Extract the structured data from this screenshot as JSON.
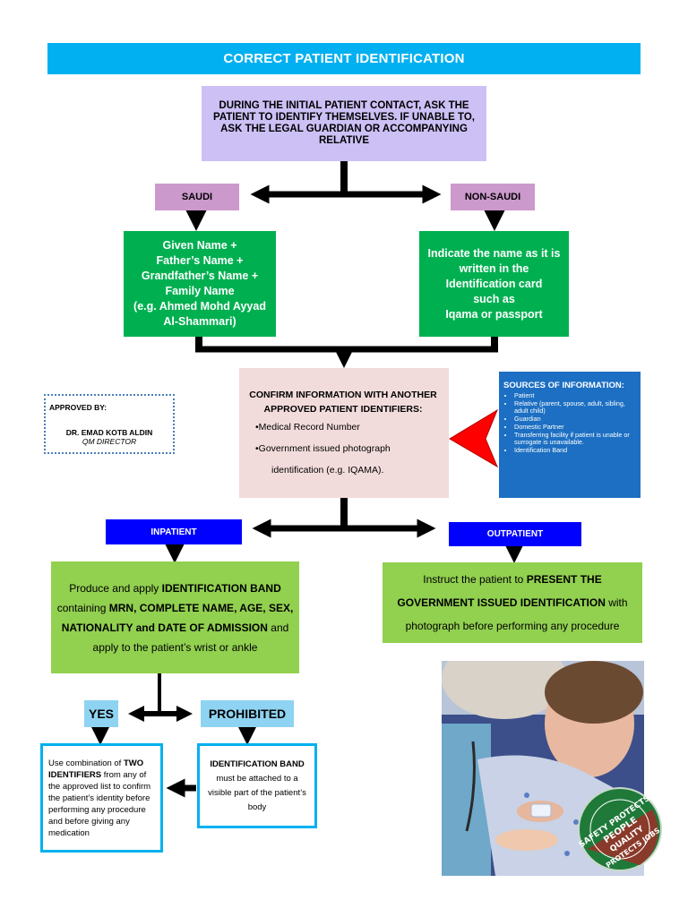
{
  "title": "CORRECT PATIENT IDENTIFICATION",
  "initial_contact": "DURING THE INITIAL PATIENT CONTACT, ASK THE PATIENT TO IDENTIFY THEMSELVES. IF UNABLE TO, ASK THE LEGAL GUARDIAN OR ACCOMPANYING RELATIVE",
  "saudi": {
    "label": "SAUDI",
    "lines": [
      "Given Name +",
      "Father’s Name +",
      "Grandfather’s Name +",
      "Family Name",
      "(e.g. Ahmed Mohd Ayyad",
      "Al-Shammari)"
    ]
  },
  "non_saudi": {
    "label": "NON-SAUDI",
    "lines": [
      "Indicate the name as it is",
      "written in the",
      "Identification card",
      "such as",
      "Iqama or passport"
    ]
  },
  "confirm": {
    "heading": "CONFIRM INFORMATION WITH ANOTHER APPROVED PATIENT IDENTIFIERS:",
    "item1": "•Medical Record Number",
    "item2a": "•Government issued photograph",
    "item2b": "identification (e.g. IQAMA)."
  },
  "sources": {
    "heading": "SOURCES OF INFORMATION:",
    "items": [
      "Patient",
      "Relative (parent, spouse, adult, sibling, adult child)",
      "Guardian",
      "Domestic Partner",
      "Transferring facility if patient is unable or surrogate is unavailable.",
      "Identification Band"
    ]
  },
  "approved": {
    "label": "APPROVED BY:",
    "name": "DR. EMAD KOTB ALDIN",
    "role": "QM DIRECTOR"
  },
  "inpatient": {
    "label": "INPATIENT",
    "t1": "Produce and apply ",
    "b1": "IDENTIFICATION BAND",
    "t2": " containing ",
    "b2": "MRN, COMPLETE NAME, AGE, SEX, NATIONALITY and  DATE OF ADMISSION",
    "t3": " and apply to the patient’s wrist or ankle"
  },
  "outpatient": {
    "label": "OUTPATIENT",
    "t1": "Instruct the patient to ",
    "b1": "PRESENT THE GOVERNMENT ISSUED IDENTIFICATION",
    "t2": " with photograph before performing any procedure"
  },
  "yes": {
    "label": "YES",
    "t1": "Use combination of ",
    "b1": "TWO IDENTIFIERS",
    "t2": " from any of the approved  list to confirm the patient’s identity before performing any procedure and before giving any medication"
  },
  "prohibited": {
    "label": "PROHIBITED",
    "b1": "IDENTIFICATION BAND",
    "t1": " must be attached to a visible part of the patient’s body"
  },
  "seal": {
    "top": "SAFETY PROTECTS PEOPLE",
    "bottom": "QUALITY PROTECTS JOBS"
  },
  "colors": {
    "title_bg": "#00b0f0",
    "initial_bg": "#ccc0f5",
    "nationality_tag": "#cc99cc",
    "green": "#00b050",
    "light_green": "#92d050",
    "confirm_bg": "#f2dcdb",
    "sources_bg": "#1c6fc2",
    "patient_tag": "#0000ff",
    "decision_tag": "#8fd3f2",
    "arrow_red": "#ff0000"
  }
}
